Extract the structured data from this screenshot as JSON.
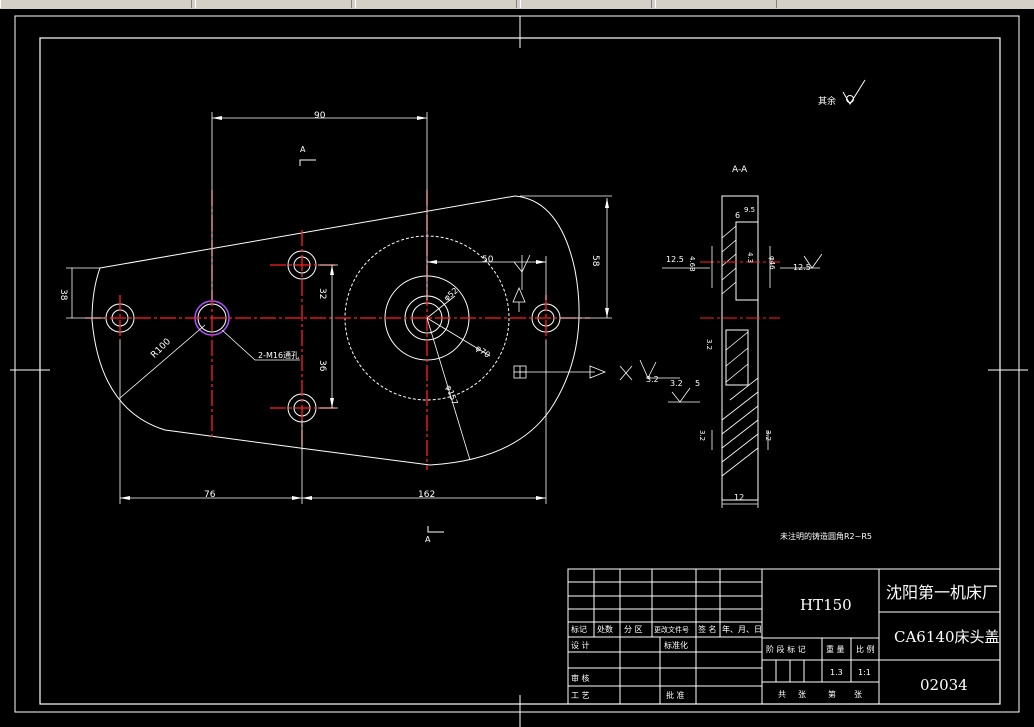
{
  "drawing": {
    "roughness_label": "其余",
    "section_label": "A-A",
    "view_marker_top": "A",
    "view_marker_bottom": "A",
    "note": "未注明的铸造圆角R2~R5",
    "hole_label": "2-M16通孔",
    "dimensions": {
      "d90": "90",
      "d50": "50",
      "d58": "58",
      "d38": "38",
      "d32": "32",
      "d36": "36",
      "d100": "R100",
      "d76": "76",
      "d162": "162",
      "phi52": "φ52",
      "phi70": "φ70",
      "phi157": "φ157",
      "s6": "6",
      "s9_5": "9.5",
      "s4_68": "4.68",
      "s4_3": "4.3",
      "s4_6": "φ46",
      "r12_5a": "12.5",
      "r12_5b": "12.5",
      "r3_2a": "3.2",
      "r3_2b": "3.2",
      "r3_2c": "3.2",
      "r3_2d": "3.2",
      "r3_2e": "3.2",
      "s5": "5",
      "s12": "12"
    }
  },
  "title_block": {
    "material": "HT150",
    "company": "沈阳第一机床厂",
    "part_name": "CA6140床头盖",
    "drawing_no": "02034",
    "headers": [
      "标记",
      "处数",
      "分 区",
      "更改文件号",
      "签 名",
      "年、月、日"
    ],
    "design": "设 计",
    "standardize": "标准化",
    "review": "审 核",
    "process": "工 艺",
    "approve": "批 准",
    "stage_mark": "阶 段 标 记",
    "weight": "重 量",
    "scale": "比 例",
    "weight_value": "1.3",
    "scale_value": "1:1",
    "sheets_total": "共",
    "sheets_label": "张",
    "sheet_no": "第",
    "sheet_label": "张"
  }
}
